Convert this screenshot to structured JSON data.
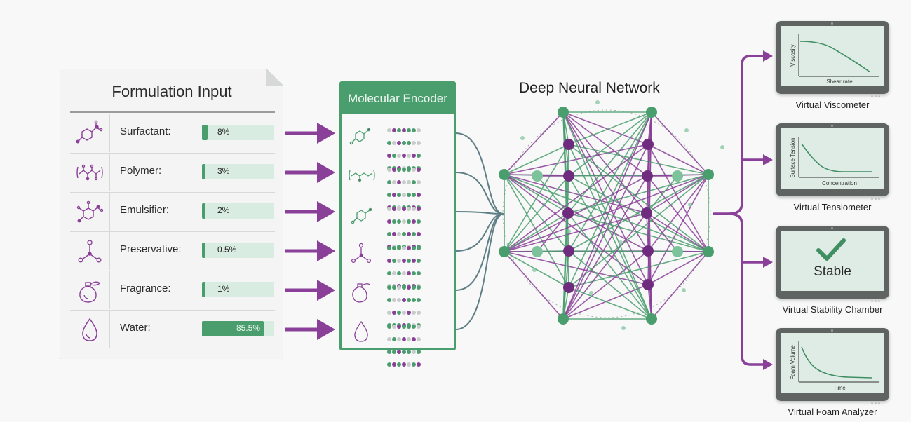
{
  "formulation": {
    "title": "Formulation Input",
    "rows": [
      {
        "label": "Surfactant:",
        "value": "8%",
        "fill": 0.08,
        "icon": "surfactant-molecule-icon"
      },
      {
        "label": "Polymer:",
        "value": "3%",
        "fill": 0.03,
        "icon": "polymer-chain-icon"
      },
      {
        "label": "Emulsifier:",
        "value": "2%",
        "fill": 0.02,
        "icon": "emulsifier-molecule-icon"
      },
      {
        "label": "Preservative:",
        "value": "0.5%",
        "fill": 0.005,
        "icon": "preservative-molecule-icon"
      },
      {
        "label": "Fragrance:",
        "value": "1%",
        "fill": 0.01,
        "icon": "perfume-bottle-icon"
      },
      {
        "label": "Water:",
        "value": "85.5%",
        "fill": 0.855,
        "icon": "water-drop-icon"
      }
    ]
  },
  "encoder": {
    "title": "Molecular Encoder"
  },
  "network": {
    "title": "Deep Neural Network"
  },
  "outputs": [
    {
      "caption": "Virtual Viscometer",
      "xlabel": "Shear rate",
      "ylabel": "Viscosity",
      "kind": "curve-linear-drop"
    },
    {
      "caption": "Virtual Tensiometer",
      "xlabel": "Concentration",
      "ylabel": "Surface Tension",
      "kind": "curve-decay"
    },
    {
      "caption": "Virtual Stability Chamber",
      "status": "Stable",
      "kind": "check"
    },
    {
      "caption": "Virtual Foam Analyzer",
      "xlabel": "Time",
      "ylabel": "Foam Volume",
      "kind": "curve-decay"
    }
  ],
  "colors": {
    "green": "#4a9e6e",
    "light_green": "#7cc29a",
    "purple": "#8a3f98",
    "dark_purple": "#6f2c7f",
    "dot_grey": "#c7cbc9",
    "device_frame": "#5f6463",
    "screen": "#dfece6"
  }
}
